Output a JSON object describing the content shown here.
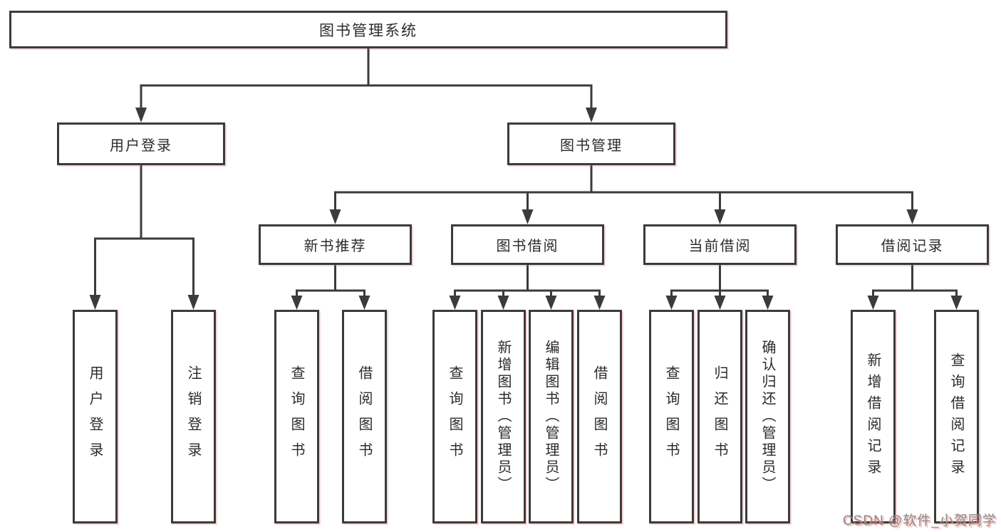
{
  "tree": {
    "root_label": "图书管理系统",
    "branches": [
      {
        "label": "用户登录",
        "leaves": [
          "用户登录",
          "注销登录"
        ]
      },
      {
        "label": "图书管理",
        "sections": [
          {
            "label": "新书推荐",
            "leaves": [
              "查询图书",
              "借阅图书"
            ]
          },
          {
            "label": "图书借阅",
            "leaves": [
              "查询图书",
              "新增图书（管理员）",
              "编辑图书（管理员）",
              "借阅图书"
            ]
          },
          {
            "label": "当前借阅",
            "leaves": [
              "查询图书",
              "归还图书",
              "确认归还（管理员）"
            ]
          },
          {
            "label": "借阅记录",
            "leaves": [
              "新增借阅记录",
              "查询借阅记录"
            ]
          }
        ]
      }
    ]
  },
  "watermark": {
    "text": "CSDN @软件_小贺同学"
  },
  "colors": {
    "line": "#3b3b3b",
    "box_border": "#3b3b3b",
    "box_fill": "#ffffff",
    "text": "#2b2b2b",
    "watermark_text": "#8c8c8c",
    "watermark_glow": "#ff8282"
  }
}
